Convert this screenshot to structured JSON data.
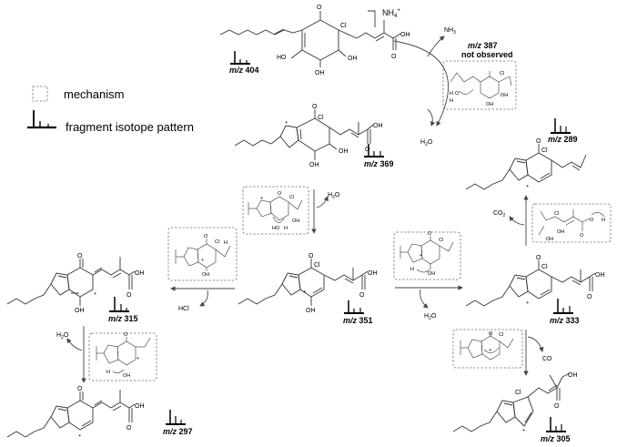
{
  "legend": {
    "mechanism_label": "mechanism",
    "isotope_label": "fragment isotope pattern"
  },
  "adduct": {
    "label": "NH4+",
    "base": "NH",
    "sub": "4",
    "sup": "+"
  },
  "neutral_losses": {
    "nh3": "NH3",
    "h2o_1": "H2O",
    "h2o_2": "H2O",
    "h2o_3": "H2O",
    "hcl": "HCl",
    "co2": "CO2",
    "co": "CO"
  },
  "fragments": [
    {
      "id": "m404",
      "mz_prefix": "m/z",
      "mz": "404"
    },
    {
      "id": "m387",
      "mz_prefix": "m/z",
      "mz": "387",
      "note": "not observed"
    },
    {
      "id": "m369",
      "mz_prefix": "m/z",
      "mz": "369"
    },
    {
      "id": "m351",
      "mz_prefix": "m/z",
      "mz": "351"
    },
    {
      "id": "m333",
      "mz_prefix": "m/z",
      "mz": "333"
    },
    {
      "id": "m315",
      "mz_prefix": "m/z",
      "mz": "315"
    },
    {
      "id": "m297",
      "mz_prefix": "m/z",
      "mz": "297"
    },
    {
      "id": "m305",
      "mz_prefix": "m/z",
      "mz": "305"
    },
    {
      "id": "m289",
      "mz_prefix": "m/z",
      "mz": "289"
    }
  ],
  "atoms": {
    "cl": "Cl",
    "oh": "OH",
    "ho": "HO",
    "o": "O",
    "h": "H",
    "plus": "+"
  },
  "colors": {
    "line": "#333333",
    "box": "#666666",
    "text": "#000000",
    "background": "#ffffff"
  }
}
